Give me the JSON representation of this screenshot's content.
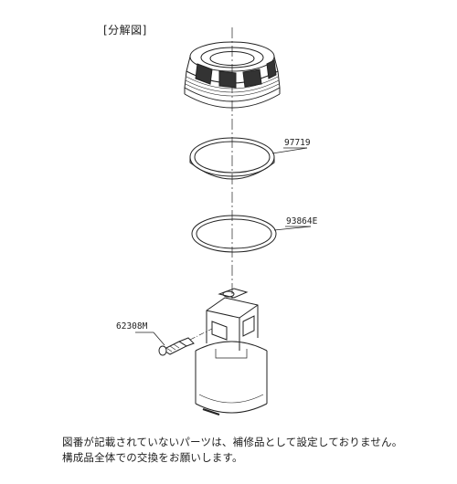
{
  "title": "[分解図]",
  "parts": [
    {
      "id": "ring",
      "label": ""
    },
    {
      "id": "o-ring-1",
      "label": "97719"
    },
    {
      "id": "o-ring-2",
      "label": "93864E"
    },
    {
      "id": "screw",
      "label": "62308M"
    },
    {
      "id": "cartridge",
      "label": ""
    }
  ],
  "notes": {
    "line1": "図番が記載されていないパーツは、補修品として設定しておりません。",
    "line2": "構成品全体での交換をお願いします。"
  }
}
